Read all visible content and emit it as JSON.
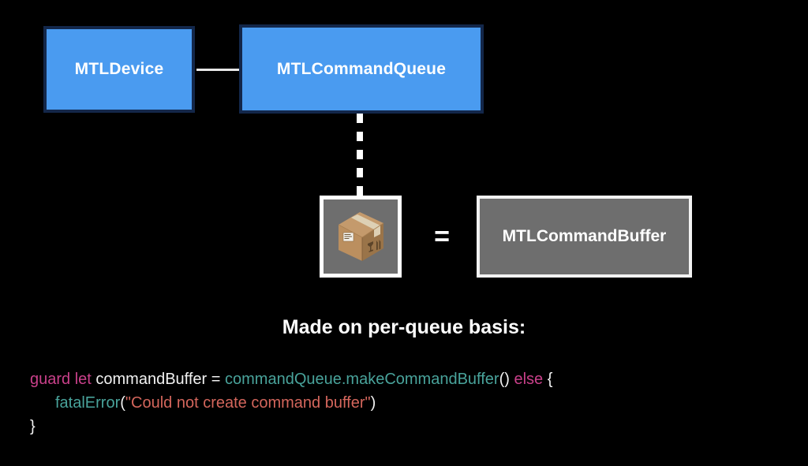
{
  "diagram": {
    "nodes": [
      {
        "id": "mtl-device",
        "label": "MTLDevice",
        "style": "blue"
      },
      {
        "id": "mtl-command-queue",
        "label": "MTLCommandQueue",
        "style": "blue"
      },
      {
        "id": "mtl-command-buffer",
        "label": "MTLCommandBuffer",
        "style": "gray"
      }
    ],
    "package_icon": {
      "name": "package-box-icon",
      "alt": "cardboard package box"
    },
    "equals_symbol": "=",
    "colors": {
      "node_blue_fill": "#4a9bf0",
      "node_blue_border": "#13274a",
      "node_gray_fill": "#6e6e6e",
      "node_gray_border": "#f2f2f2",
      "background": "#000000",
      "connector": "#e8e8e8"
    }
  },
  "caption": {
    "text": "Made on per-queue basis:"
  },
  "code": {
    "language": "swift",
    "lines": [
      {
        "indent": 0,
        "tokens": [
          {
            "text": "guard let ",
            "kind": "keyword"
          },
          {
            "text": "commandBuffer = ",
            "kind": "plain"
          },
          {
            "text": "commandQueue.makeCommandBuffer",
            "kind": "type"
          },
          {
            "text": "() ",
            "kind": "plain"
          },
          {
            "text": "else",
            "kind": "keyword"
          },
          {
            "text": " {",
            "kind": "plain"
          }
        ]
      },
      {
        "indent": 1,
        "tokens": [
          {
            "text": "fatalError",
            "kind": "type"
          },
          {
            "text": "(",
            "kind": "plain"
          },
          {
            "text": "\"Could not create command buffer\"",
            "kind": "string"
          },
          {
            "text": ")",
            "kind": "plain"
          }
        ]
      },
      {
        "indent": 0,
        "tokens": [
          {
            "text": "}",
            "kind": "plain"
          }
        ]
      }
    ],
    "colors": {
      "keyword": "#c9408a",
      "plain": "#f2f2f2",
      "type": "#49a39b",
      "string": "#d4665c"
    }
  }
}
